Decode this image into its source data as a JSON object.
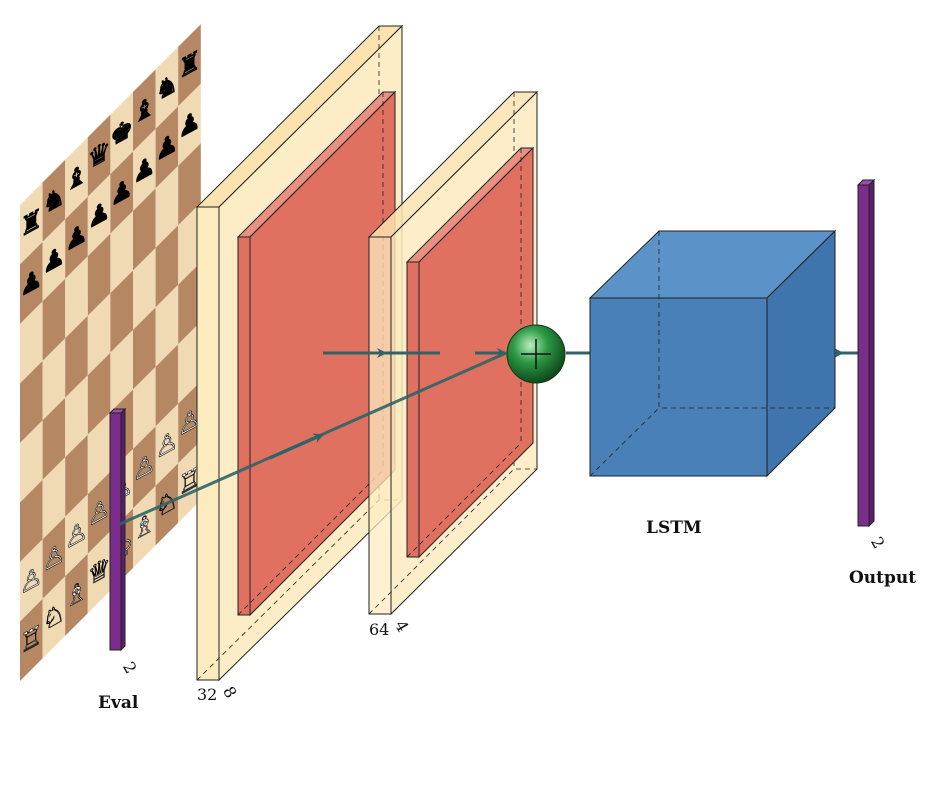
{
  "labels": {
    "eval": "Eval",
    "lstm": "LSTM",
    "output": "Output"
  },
  "dims": {
    "conv1_depth": "32",
    "conv1_width": "8",
    "conv2_depth": "64",
    "conv2_width": "4",
    "eval_dim": "2",
    "output_dim": "2"
  },
  "board": {
    "light_square": "#f0dab4",
    "dark_square": "#b58863",
    "rows": [
      [
        "r",
        "n",
        "b",
        "q",
        "k",
        "b",
        "n",
        "r"
      ],
      [
        "p",
        "p",
        "p",
        "p",
        "p",
        "p",
        "p",
        "p"
      ],
      [
        "",
        "",
        "",
        "",
        "",
        "",
        "",
        ""
      ],
      [
        "",
        "",
        "",
        "",
        "",
        "",
        "",
        ""
      ],
      [
        "",
        "",
        "",
        "",
        "",
        "",
        "",
        ""
      ],
      [
        "",
        "",
        "",
        "",
        "",
        "",
        "",
        ""
      ],
      [
        "P",
        "P",
        "P",
        "P",
        "P",
        "P",
        "P",
        "P"
      ],
      [
        "R",
        "N",
        "B",
        "Q",
        "K",
        "B",
        "N",
        "R"
      ]
    ]
  },
  "colors": {
    "conv_outer": "#fdebc0",
    "conv_inner": "#e07060",
    "lstm": "#4a80b8",
    "vector": "#7b2d8b",
    "arrow": "#2d6468",
    "sum_node": "#2e9a45"
  }
}
